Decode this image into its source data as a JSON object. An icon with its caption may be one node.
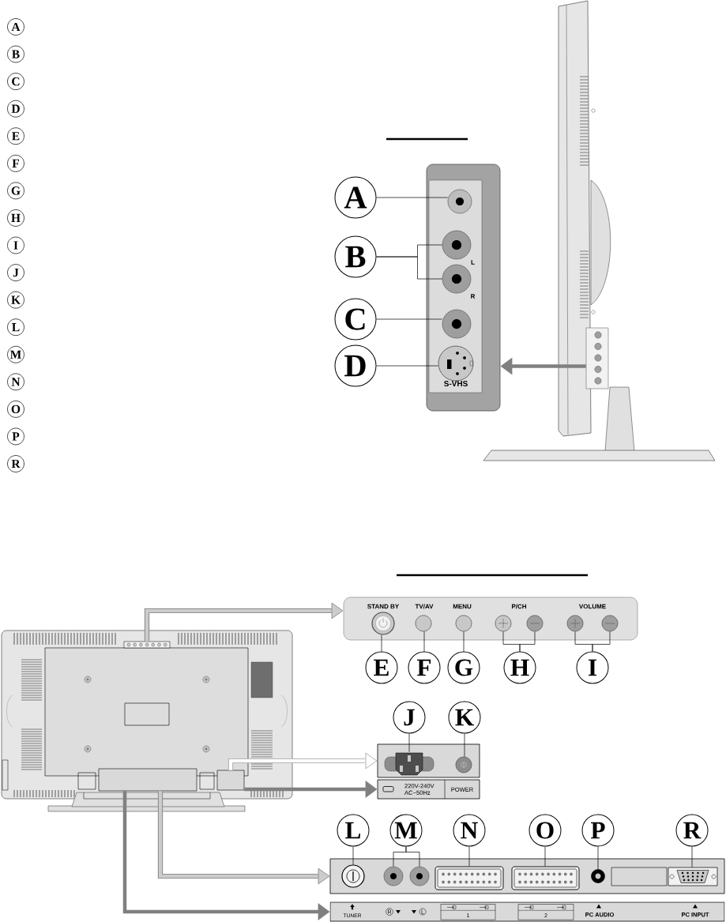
{
  "diagram": {
    "nodes": [
      {
        "text": [],
        "shape": "box"
      },
      {
        "text": [],
        "shape": "circle",
        "in": 0
      },
      {
        "text": [],
        "shape": "circle",
        "in": 0
      },
      {
        "text": [],
        "shape": "circle",
        "in": 0
      },
      {
        "text": [],
        "shape": "circle",
        "in": 0
      },
      {
        "text": [],
        "shape": "circle",
        "in": 0
      },
      {
        "text": [
          "A"
        ]
      },
      {
        "text": [
          "B"
        ]
      },
      {
        "text": [
          "C"
        ]
      },
      {
        "text": [
          "D"
        ]
      },
      {
        "text": [],
        "shape": "box"
      },
      {
        "text": [],
        "shape": "box"
      },
      {
        "text": [],
        "shape": "circle",
        "in": 11
      },
      {
        "text": [],
        "shape": "circle",
        "in": 11
      },
      {
        "text": [],
        "shape": "circle",
        "in": 11
      },
      {
        "text": [],
        "shape": "circle",
        "in": 11
      },
      {
        "text": [],
        "shape": "circle",
        "in": 11
      },
      {
        "text": [],
        "shape": "circle",
        "in": 11
      },
      {
        "text": [],
        "shape": "circle",
        "in": 11
      },
      {
        "text": [
          "E"
        ]
      },
      {
        "text": [
          "F"
        ]
      },
      {
        "text": [
          "G"
        ]
      },
      {
        "text": [
          "H"
        ]
      },
      {
        "text": [
          "I"
        ]
      },
      {
        "text": [],
        "shape": "box"
      },
      {
        "text": [],
        "shape": "box",
        "in": 24
      },
      {
        "text": [],
        "shape": "circle",
        "in": 24
      },
      {
        "text": [
          "220V-240V AC~50Hz",
          "POWER"
        ]
      },
      {
        "text": [
          "J"
        ]
      },
      {
        "text": [
          "K"
        ]
      },
      {
        "text": [],
        "shape": "box"
      },
      {
        "text": [],
        "shape": "circle",
        "in": 30
      },
      {
        "text": [],
        "shape": "circle",
        "in": 30
      },
      {
        "text": [],
        "shape": "circle",
        "in": 30
      },
      {
        "text": [],
        "shape": "box",
        "in": 30
      },
      {
        "text": [],
        "shape": "box",
        "in": 30
      },
      {
        "text": [],
        "shape": "circle",
        "in": 30
      },
      {
        "text": [],
        "shape": "box",
        "in": 30
      },
      {
        "text": [
          "TUNER",
          "R",
          "L",
          "1",
          "2",
          "PC AUDIO",
          "PC INPUT"
        ]
      },
      {
        "text": [
          "L"
        ]
      },
      {
        "text": [
          "M"
        ]
      },
      {
        "text": [
          "N"
        ]
      },
      {
        "text": [
          "O"
        ]
      },
      {
        "text": [
          "P"
        ]
      },
      {
        "text": [
          "R"
        ]
      },
      {
        "text": [],
        "shape": "box"
      },
      {
        "text": [],
        "shape": "box"
      },
      {
        "text": [],
        "shape": "box"
      }
    ],
    "edges": [
      {
        "from": 6,
        "to": 1,
        "arrow": "none"
      },
      {
        "from": 7,
        "to": 2,
        "arrow": "none"
      },
      {
        "from": 7,
        "to": 3,
        "arrow": "none"
      },
      {
        "from": 8,
        "to": 4,
        "arrow": "none"
      },
      {
        "from": 9,
        "to": 5,
        "arrow": "none"
      },
      {
        "from": 10,
        "to": 0,
        "arrow": "to",
        "style": "thick",
        "color": "#808080"
      },
      {
        "from": 19,
        "to": 12,
        "arrow": "none"
      },
      {
        "from": 20,
        "to": 13,
        "arrow": "none"
      },
      {
        "from": 21,
        "to": 14,
        "arrow": "none"
      },
      {
        "from": 22,
        "to": 15,
        "arrow": "none"
      },
      {
        "from": 22,
        "to": 16,
        "arrow": "none"
      },
      {
        "from": 23,
        "to": 17,
        "arrow": "none"
      },
      {
        "from": 23,
        "to": 18,
        "arrow": "none"
      },
      {
        "from": 28,
        "to": 25,
        "arrow": "none"
      },
      {
        "from": 29,
        "to": 26,
        "arrow": "none"
      },
      {
        "from": 39,
        "to": 31,
        "arrow": "none"
      },
      {
        "from": 40,
        "to": 32,
        "arrow": "none"
      },
      {
        "from": 40,
        "to": 33,
        "arrow": "none"
      },
      {
        "from": 41,
        "to": 34,
        "arrow": "none"
      },
      {
        "from": 42,
        "to": 35,
        "arrow": "none"
      },
      {
        "from": 43,
        "to": 36,
        "arrow": "none"
      },
      {
        "from": 44,
        "to": 37,
        "arrow": "none"
      },
      {
        "from": 45,
        "to": 11,
        "arrow": "to",
        "style": "thick",
        "color": "#cccccc"
      },
      {
        "from": 46,
        "to": 24,
        "arrow": "to",
        "style": "thick",
        "color": "#ffffff"
      },
      {
        "from": 46,
        "to": 27,
        "arrow": "to",
        "style": "thick",
        "color": "#808080"
      },
      {
        "from": 47,
        "to": 30,
        "arrow": "to",
        "style": "thick",
        "color": "#cccccc"
      },
      {
        "from": 47,
        "to": 38,
        "arrow": "to",
        "style": "thick",
        "color": "#808080"
      }
    ],
    "labels": [
      "A",
      "B",
      "C",
      "D",
      "E",
      "F",
      "G",
      "H",
      "I",
      "J",
      "K",
      "L",
      "M",
      "N",
      "O",
      "P",
      "R",
      "L",
      "R",
      "S-VHS",
      "STAND BY",
      "TV/AV",
      "MENU",
      "P/CH",
      "VOLUME"
    ]
  }
}
